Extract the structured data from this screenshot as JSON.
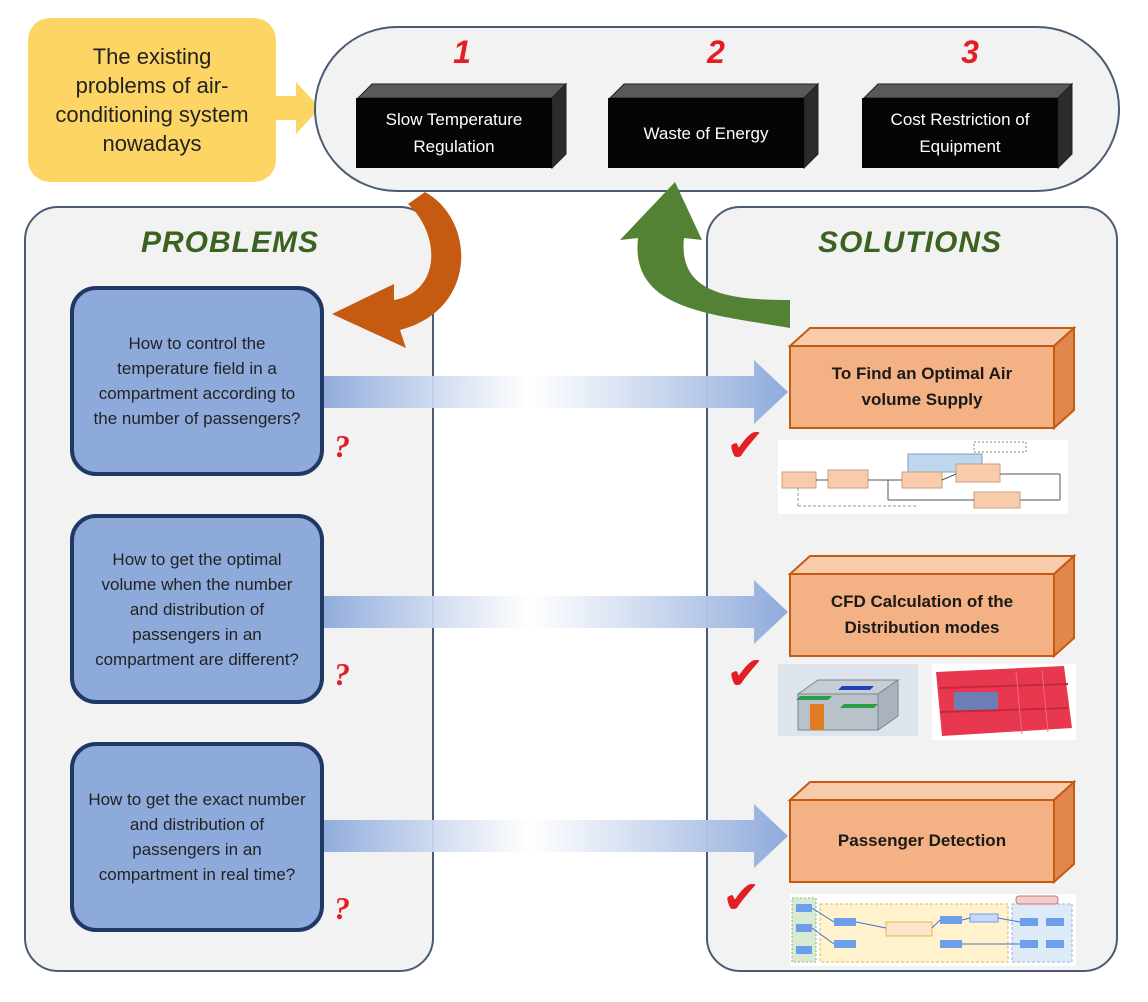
{
  "existing_problems": {
    "text": "The existing problems of air-conditioning system nowadays"
  },
  "top_problems": [
    {
      "number": "1",
      "label_line1": "Slow Temperature",
      "label_line2": "Regulation"
    },
    {
      "number": "2",
      "label_line1": "Waste of Energy",
      "label_line2": ""
    },
    {
      "number": "3",
      "label_line1": "Cost Restriction of",
      "label_line2": "Equipment"
    }
  ],
  "problems_panel": {
    "title": "PROBLEMS",
    "questions": [
      {
        "text": "How to control the temperature field in a compartment according to the number of passengers?",
        "mark": "?"
      },
      {
        "text": "How to get the optimal volume when the number and distribution of passengers in an compartment are different?",
        "mark": "?"
      },
      {
        "text": "How to get the exact number and distribution of passengers in an compartment in real time?",
        "mark": "?"
      }
    ]
  },
  "solutions_panel": {
    "title": "SOLUTIONS",
    "solutions": [
      {
        "line1": "To Find an Optimal Air",
        "line2": "volume Supply",
        "check": "✔"
      },
      {
        "line1": "CFD Calculation of the",
        "line2": "Distribution modes",
        "check": "✔"
      },
      {
        "line1": "Passenger Detection",
        "line2": "",
        "check": "✔"
      }
    ]
  },
  "colors": {
    "existing_bg": "#fcd565",
    "panel_bg": "#f2f2f2",
    "question_bg": "#8eaadb",
    "question_border": "#1f3864",
    "solution_front": "#f4b183",
    "solution_border": "#c55a11",
    "title_green": "#3b6220",
    "accent_red": "#e31e24",
    "curve_orange": "#c55a11",
    "curve_green": "#548235"
  }
}
